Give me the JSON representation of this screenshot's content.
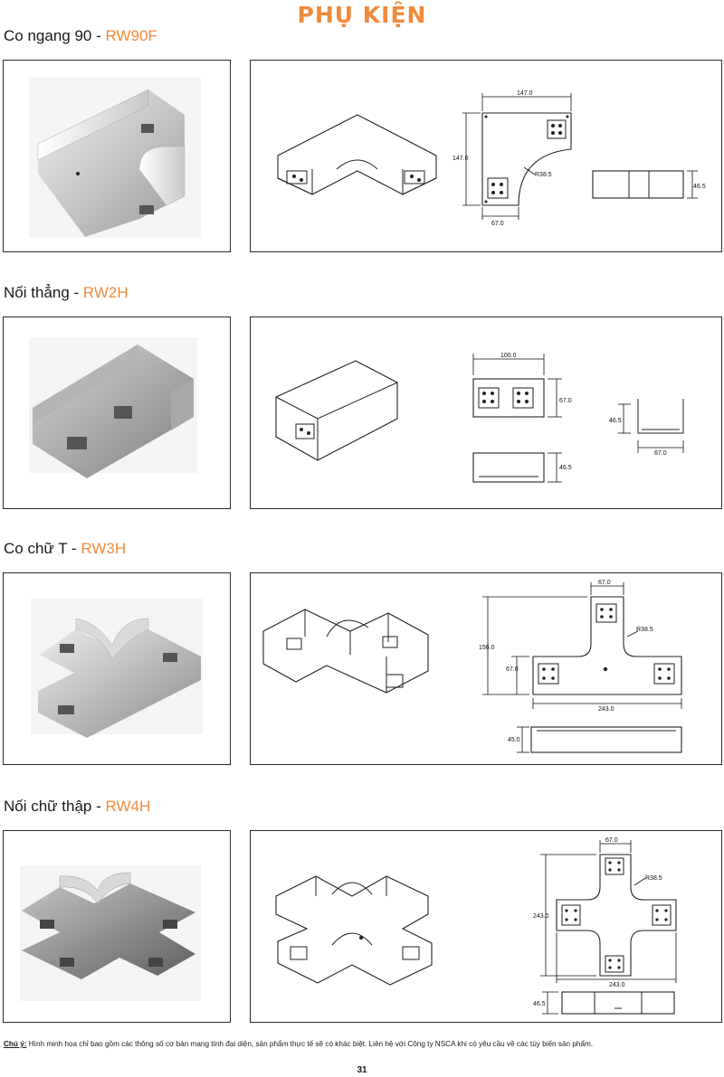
{
  "page": {
    "title": "PHỤ KIỆN",
    "page_number": "31"
  },
  "sections": [
    {
      "name": "Co ngang 90 - ",
      "code": "RW90F",
      "dims": {
        "width_top": "147.0",
        "height_left": "147.0",
        "radius": "R38.5",
        "width_bottom": "67.0",
        "side_height": "46.5"
      }
    },
    {
      "name": "Nối thẳng - ",
      "code": "RW2H",
      "dims": {
        "width_top": "100.0",
        "height_right": "67.0",
        "side_height_front": "46.5",
        "end_height": "46.5",
        "end_width": "67.0"
      }
    },
    {
      "name": "Co chữ T - ",
      "code": "RW3H",
      "dims": {
        "width_top": "67.0",
        "radius": "R38.5",
        "height_total": "156.0",
        "height_branch": "67.0",
        "width_total": "243.0",
        "side_height": "45.0"
      }
    },
    {
      "name": "Nối chữ thập - ",
      "code": "RW4H",
      "dims": {
        "width_top": "67.0",
        "radius": "R38.5",
        "height_total": "243.0",
        "width_total": "243.0",
        "side_height": "46.5"
      }
    }
  ],
  "note": {
    "label": "Chú ý:",
    "text": " Hình minh họa chỉ bao gồm các thông số cơ bản mang tính đại diện, sản phẩm thực tế sẽ có khác biệt. Liên hệ với Công ty NSCA khi có yêu cầu về các tùy biến sản phẩm."
  },
  "colors": {
    "accent": "#f08a3c",
    "metal_light": "#e3e3e3",
    "metal_dark": "#8c8c8c"
  }
}
